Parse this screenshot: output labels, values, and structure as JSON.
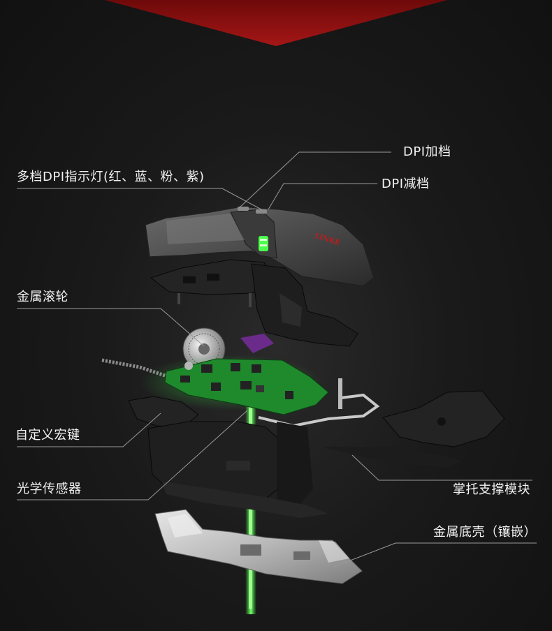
{
  "labels": {
    "dpi_up": "DPI加档",
    "dpi_indicator": "多档DPI指示灯(红、蓝、粉、紫)",
    "dpi_down": "DPI减档",
    "metal_wheel": "金属滚轮",
    "macro_keys": "自定义宏键",
    "optical_sensor": "光学传感器",
    "palm_rest": "掌托支撑模块",
    "metal_base": "金属底壳（镶嵌）"
  },
  "shell_logo": "LINKE",
  "colors": {
    "banner_red": "#9b1212",
    "laser_green": "#37ff3a",
    "pcb_green": "#1e8a2c",
    "leader_line": "#9a9a9a",
    "text": "#f2f2f2"
  }
}
